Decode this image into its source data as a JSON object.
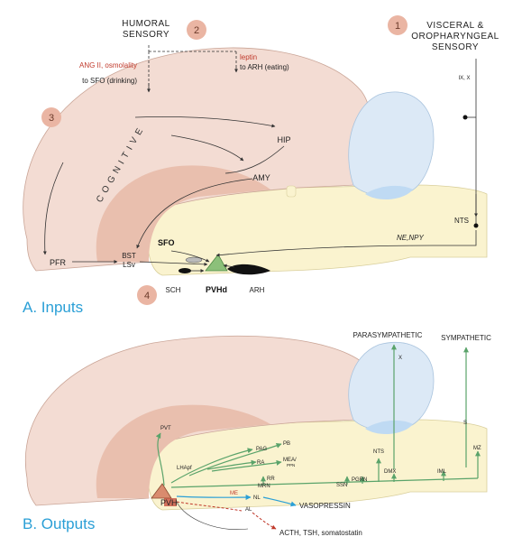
{
  "panel_a": {
    "title": "A. Inputs",
    "badges": [
      "1",
      "2",
      "3",
      "4"
    ],
    "humoral_line1": "HUMORAL",
    "humoral_line2": "SENSORY",
    "visceral_line1": "VISCERAL &",
    "visceral_line2": "OROPHARYNGEAL",
    "visceral_line3": "SENSORY",
    "ang": "ANG II, osmolality",
    "to_sfo": "to SFO (drinking)",
    "leptin": "leptin",
    "to_arh": "to ARH (eating)",
    "ix_x": "IX, X",
    "cognitive": "C O G N I T I V E",
    "hip": "HIP",
    "amy": "AMY",
    "pfr": "PFR",
    "bst": "BST",
    "lsv": "LSv",
    "sfo": "SFO",
    "nts": "NTS",
    "ne_npy": "NE,NPY",
    "sch": "SCH",
    "pvhd": "PVHd",
    "arh": "ARH"
  },
  "panel_b": {
    "title": "B. Outputs",
    "parasympathetic": "PARASYMPATHETIC",
    "sympathetic": "SYMPATHETIC",
    "x": "X",
    "s": "S",
    "pvt": "PVT",
    "pag": "PAG",
    "pb": "PB",
    "lhapf": "LHApf",
    "ra": "RA",
    "mea": "MEA/",
    "ppn": "PPN",
    "rr": "RR",
    "mrn": "MRN",
    "nts": "NTS",
    "ssn": "SSN",
    "pgrn": "PGRN",
    "dmx": "DMX",
    "iml": "IML",
    "mz": "MZ",
    "pvh": "PVH",
    "me": "ME",
    "nl": "NL",
    "al": "AL",
    "vasopressin": "VASOPRESSIN",
    "acth": "ACTH, TSH, somatostatin"
  },
  "colors": {
    "cortex": "#f3dcd3",
    "cortex_deep": "#e9bfae",
    "brainstem": "#faf3cf",
    "cerebellum": "#dce9f6",
    "badge": "#eab5a3",
    "green": "#5aa36a",
    "blue": "#2a9fd6",
    "red": "#c0392b"
  }
}
